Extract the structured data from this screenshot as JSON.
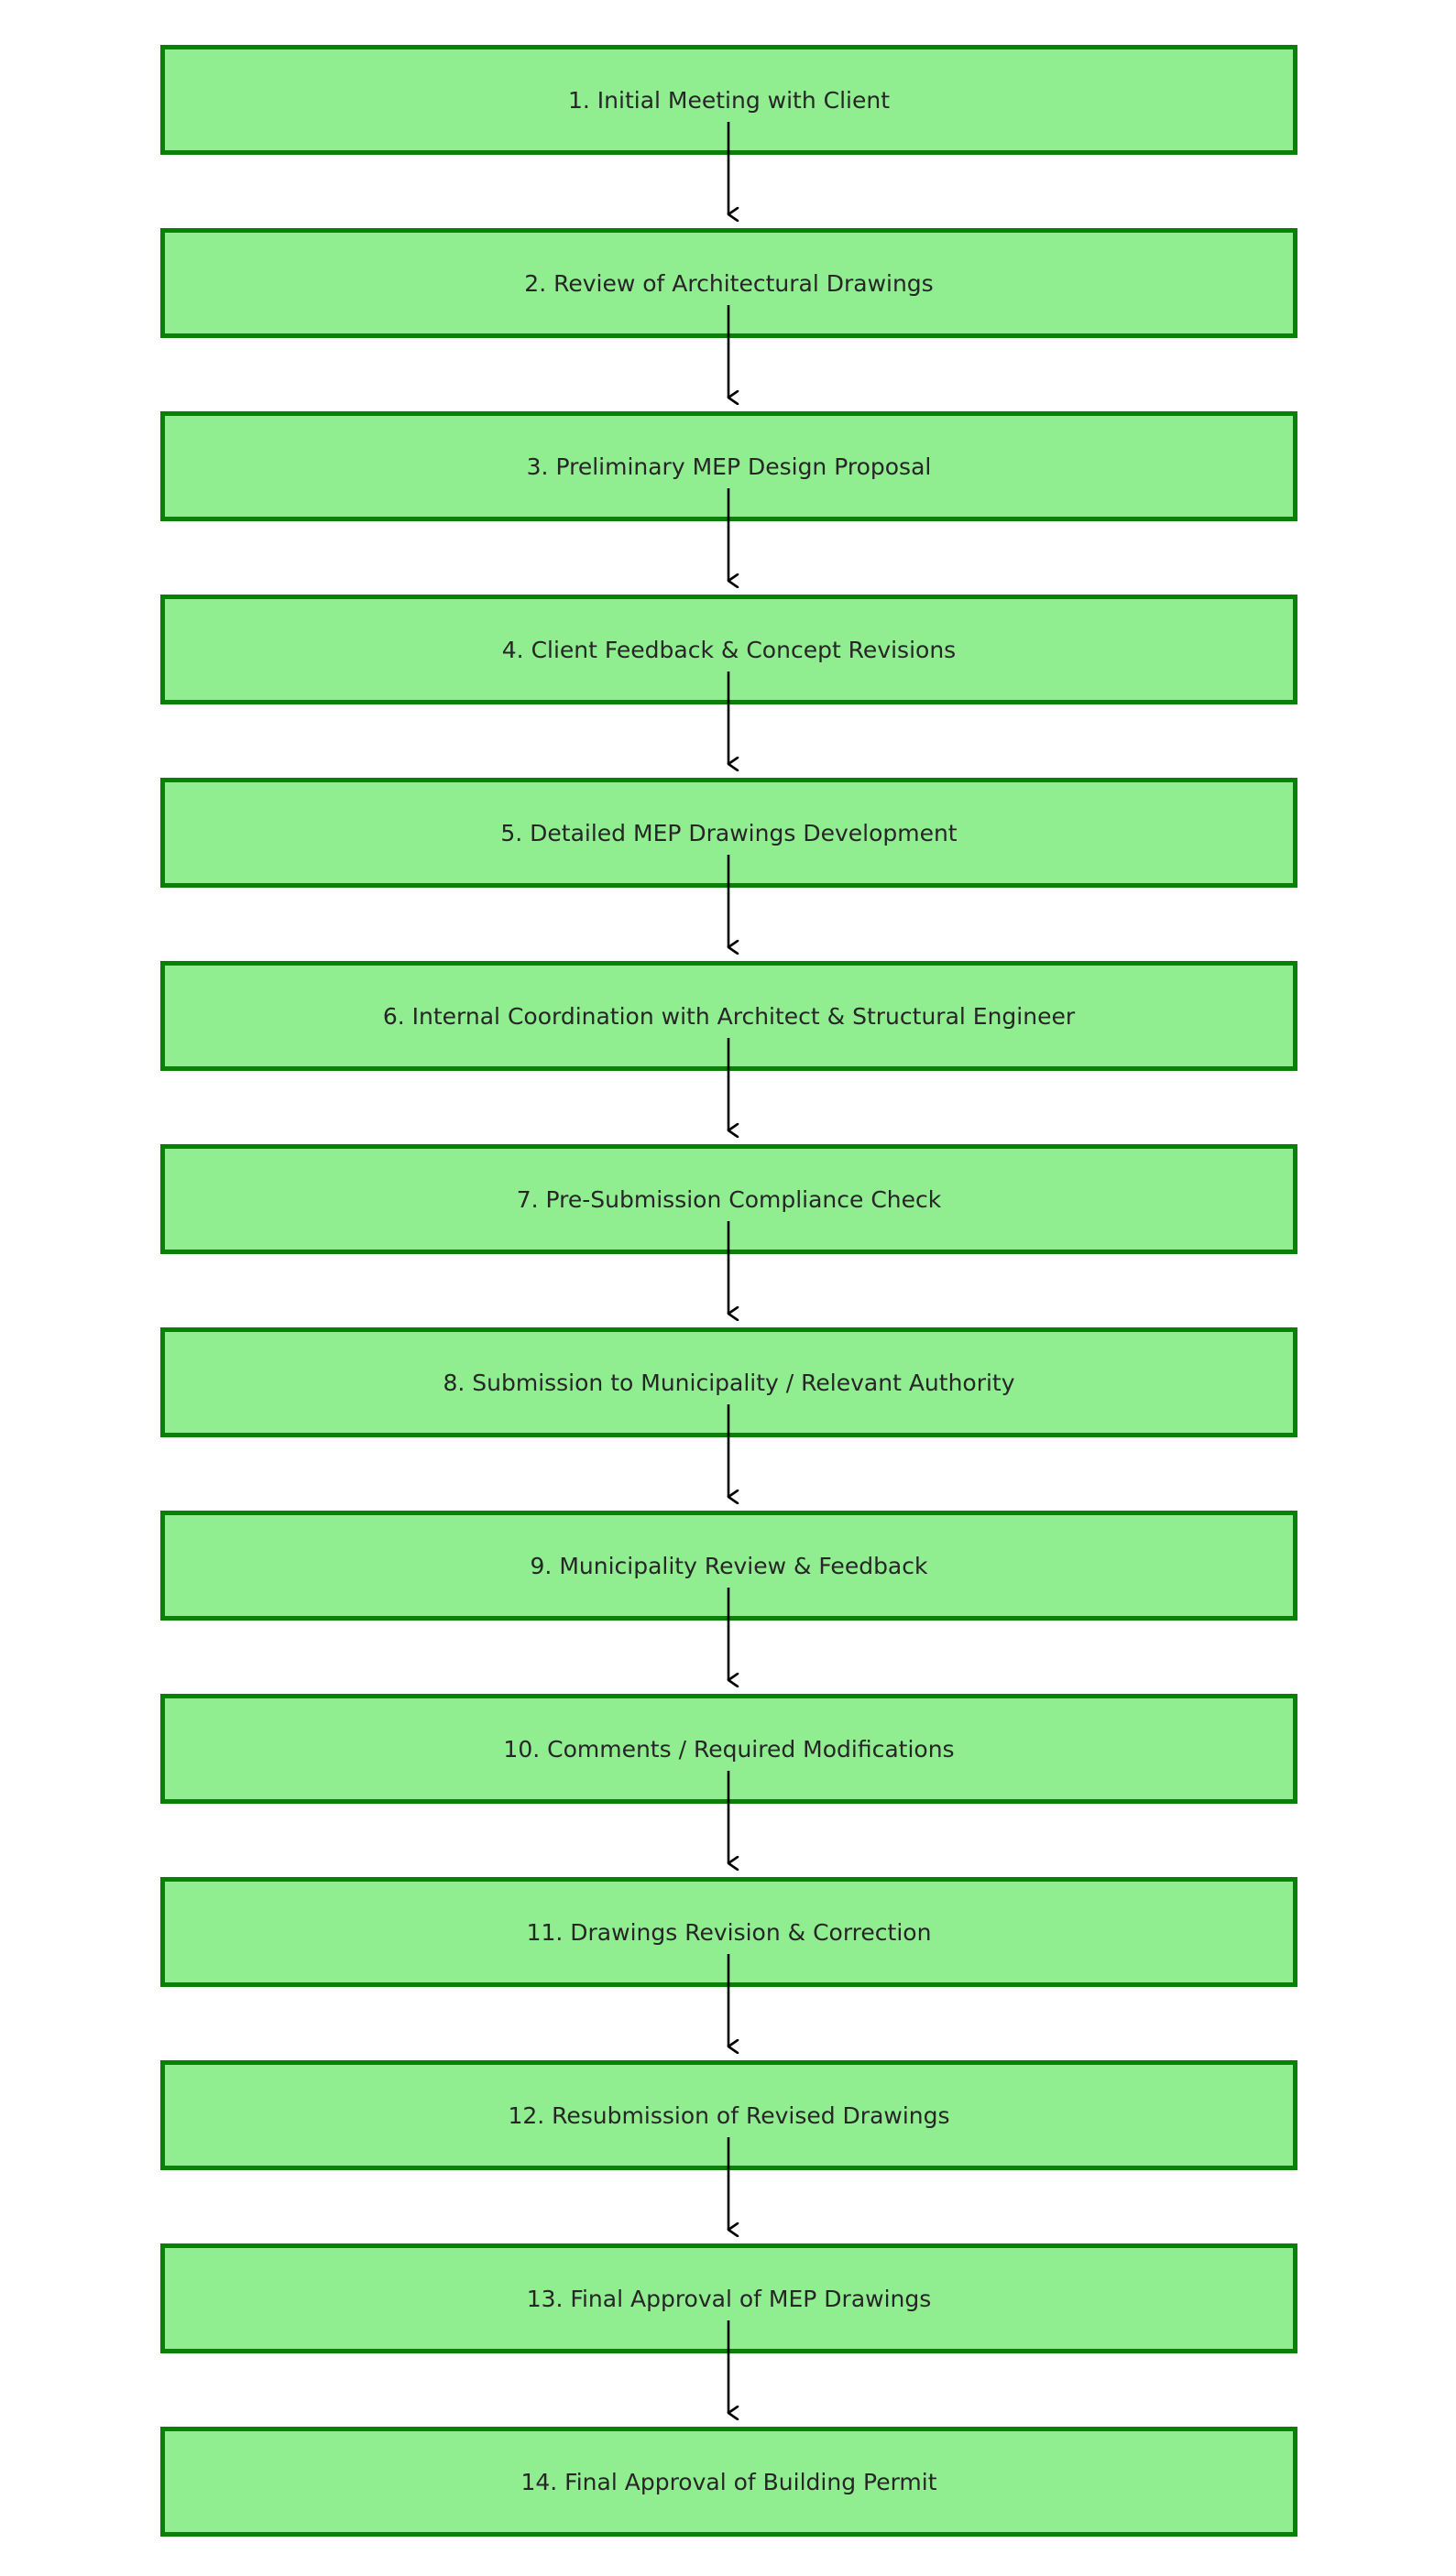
{
  "diagram": {
    "type": "flowchart",
    "direction": "top-to-bottom",
    "colors": {
      "box_fill": "#90ee90",
      "box_border": "#0a800a",
      "text": "#262626",
      "arrow": "#000000",
      "background": "#ffffff"
    },
    "steps": [
      {
        "label": "1. Initial Meeting with Client"
      },
      {
        "label": "2. Review of Architectural Drawings"
      },
      {
        "label": "3. Preliminary MEP Design Proposal"
      },
      {
        "label": "4. Client Feedback & Concept Revisions"
      },
      {
        "label": "5. Detailed MEP Drawings Development"
      },
      {
        "label": "6. Internal Coordination with Architect & Structural Engineer"
      },
      {
        "label": "7. Pre-Submission Compliance Check"
      },
      {
        "label": "8. Submission to Municipality / Relevant Authority"
      },
      {
        "label": "9. Municipality Review & Feedback"
      },
      {
        "label": "10. Comments / Required Modifications"
      },
      {
        "label": "11. Drawings Revision & Correction"
      },
      {
        "label": "12. Resubmission of Revised Drawings"
      },
      {
        "label": "13. Final Approval of MEP Drawings"
      },
      {
        "label": "14. Final Approval of Building Permit"
      }
    ],
    "connections": [
      {
        "from": 1,
        "to": 2
      },
      {
        "from": 2,
        "to": 3
      },
      {
        "from": 3,
        "to": 4
      },
      {
        "from": 4,
        "to": 5
      },
      {
        "from": 5,
        "to": 6
      },
      {
        "from": 6,
        "to": 7
      },
      {
        "from": 7,
        "to": 8
      },
      {
        "from": 8,
        "to": 9
      },
      {
        "from": 9,
        "to": 10
      },
      {
        "from": 10,
        "to": 11
      },
      {
        "from": 11,
        "to": 12
      },
      {
        "from": 12,
        "to": 13
      },
      {
        "from": 13,
        "to": 14
      }
    ]
  }
}
